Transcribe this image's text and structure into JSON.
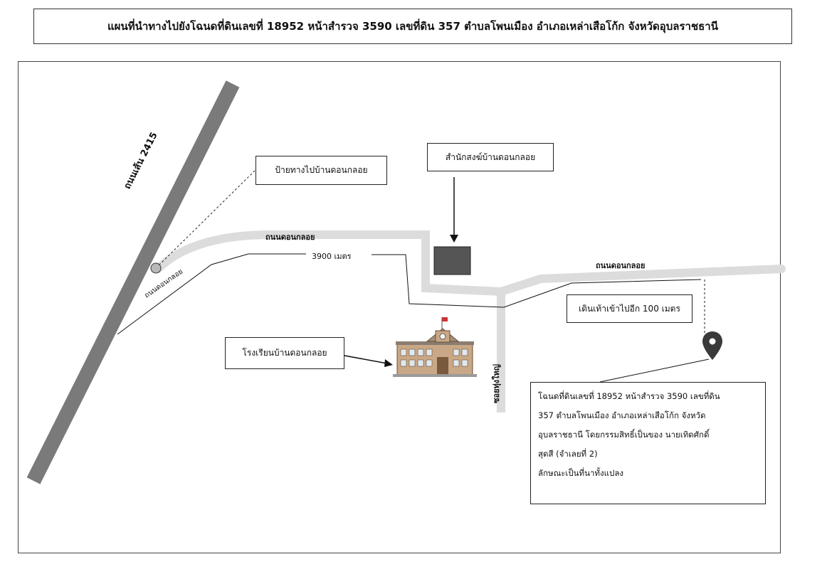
{
  "title": "แผนที่นำทางไปยังโฉนดที่ดินเลขที่ 18952 หน้าสำรวจ 3590 เลขที่ดิน 357 ตำบลโพนเมือง อำเภอเหล่าเสือโก้ก จังหวัดอุบลราชธานี",
  "roads": {
    "highway": "ถนนเส้น 2415",
    "dongkloi_upper": "ถนนดอนกลอย",
    "dongkloi_small": "ถนนดอนกลอย",
    "dongkloi_right": "ถนนดอนกลอย",
    "side_road": "ซอยทุ่งใหญ่"
  },
  "distance_label": "3900 เมตร",
  "landmarks": {
    "sign": "ป้ายทางไปบ้านดอนกลอย",
    "temple": "สำนักสงฆ์บ้านดอนกลอย",
    "school": "โรงเรียนบ้านดอนกลอย",
    "walk": "เดินเท้าเข้าไปอีก 100 เมตร"
  },
  "info": {
    "lines": [
      "โฉนดที่ดินเลขที่ 18952 หน้าสำรวจ 3590 เลขที่ดิน",
      "357 ตำบลโพนเมือง อำเภอเหล่าเสือโก้ก จังหวัด",
      "อุบลราชธานี โดยกรรมสิทธิ์เป็นของ นายเทิดศักดิ์",
      "สุดสี (จำเลยที่ 2)",
      "ลักษณะเป็นที่นาทั้งแปลง"
    ]
  },
  "icons": {
    "pin": "map-pin-icon",
    "school": "school-building-icon",
    "temple": "temple-block-icon"
  },
  "colors": {
    "highway": "#7a7a7a",
    "local_road": "#dcdcdc",
    "temple": "#555555",
    "pin": "#3a3a3a"
  }
}
